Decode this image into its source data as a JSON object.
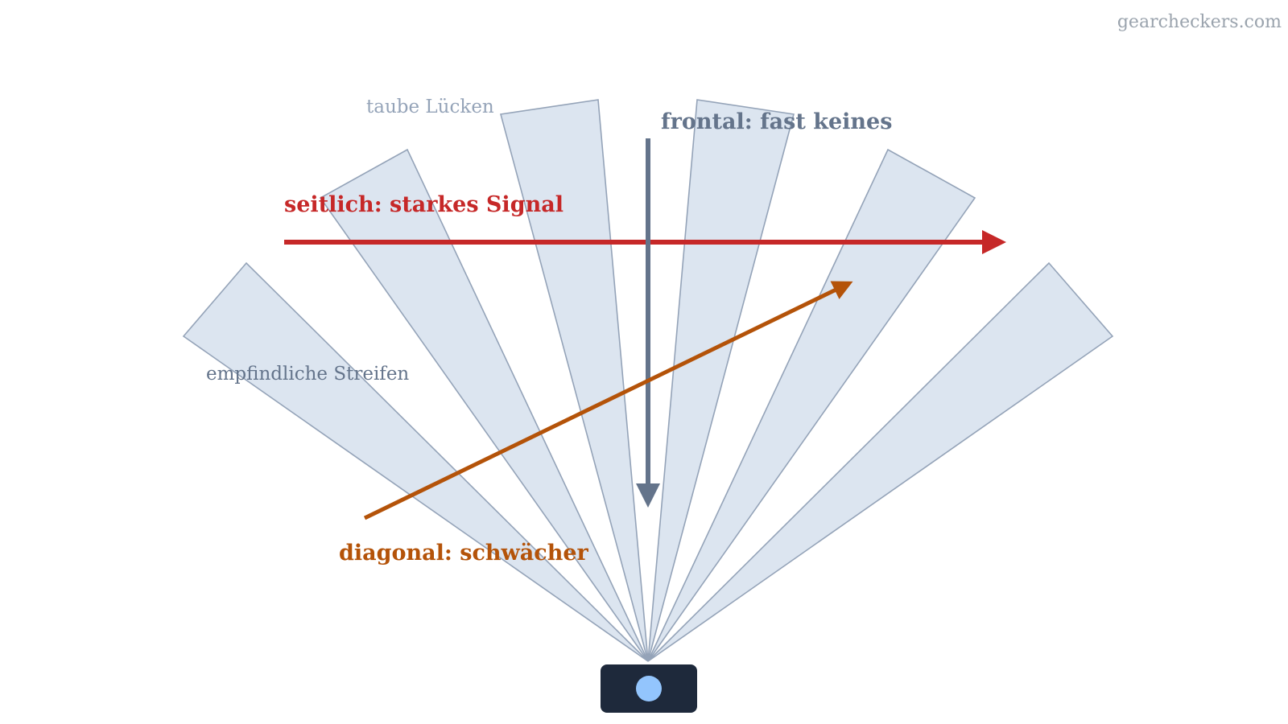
{
  "watermark": "gearcheckers.com",
  "labels": {
    "gaps": "taube Lücken",
    "stripes": "empfindliche Streifen",
    "frontal": "frontal: fast keines",
    "lateral": "seitlich: starkes Signal",
    "diagonal": "diagonal: schwächer"
  },
  "zone_count": 6,
  "colors": {
    "zone_fill": "#dce5f0",
    "zone_stroke": "#94a3b8",
    "frontal": "#64748b",
    "lateral": "#c62828",
    "diagonal": "#b45309",
    "sensor_body": "#1e293b",
    "sensor_lens": "#93c5fd",
    "muted_label": "#94a3b8",
    "stripe_label": "#64748b"
  },
  "icons": {
    "sensor": "motion-sensor-icon"
  }
}
